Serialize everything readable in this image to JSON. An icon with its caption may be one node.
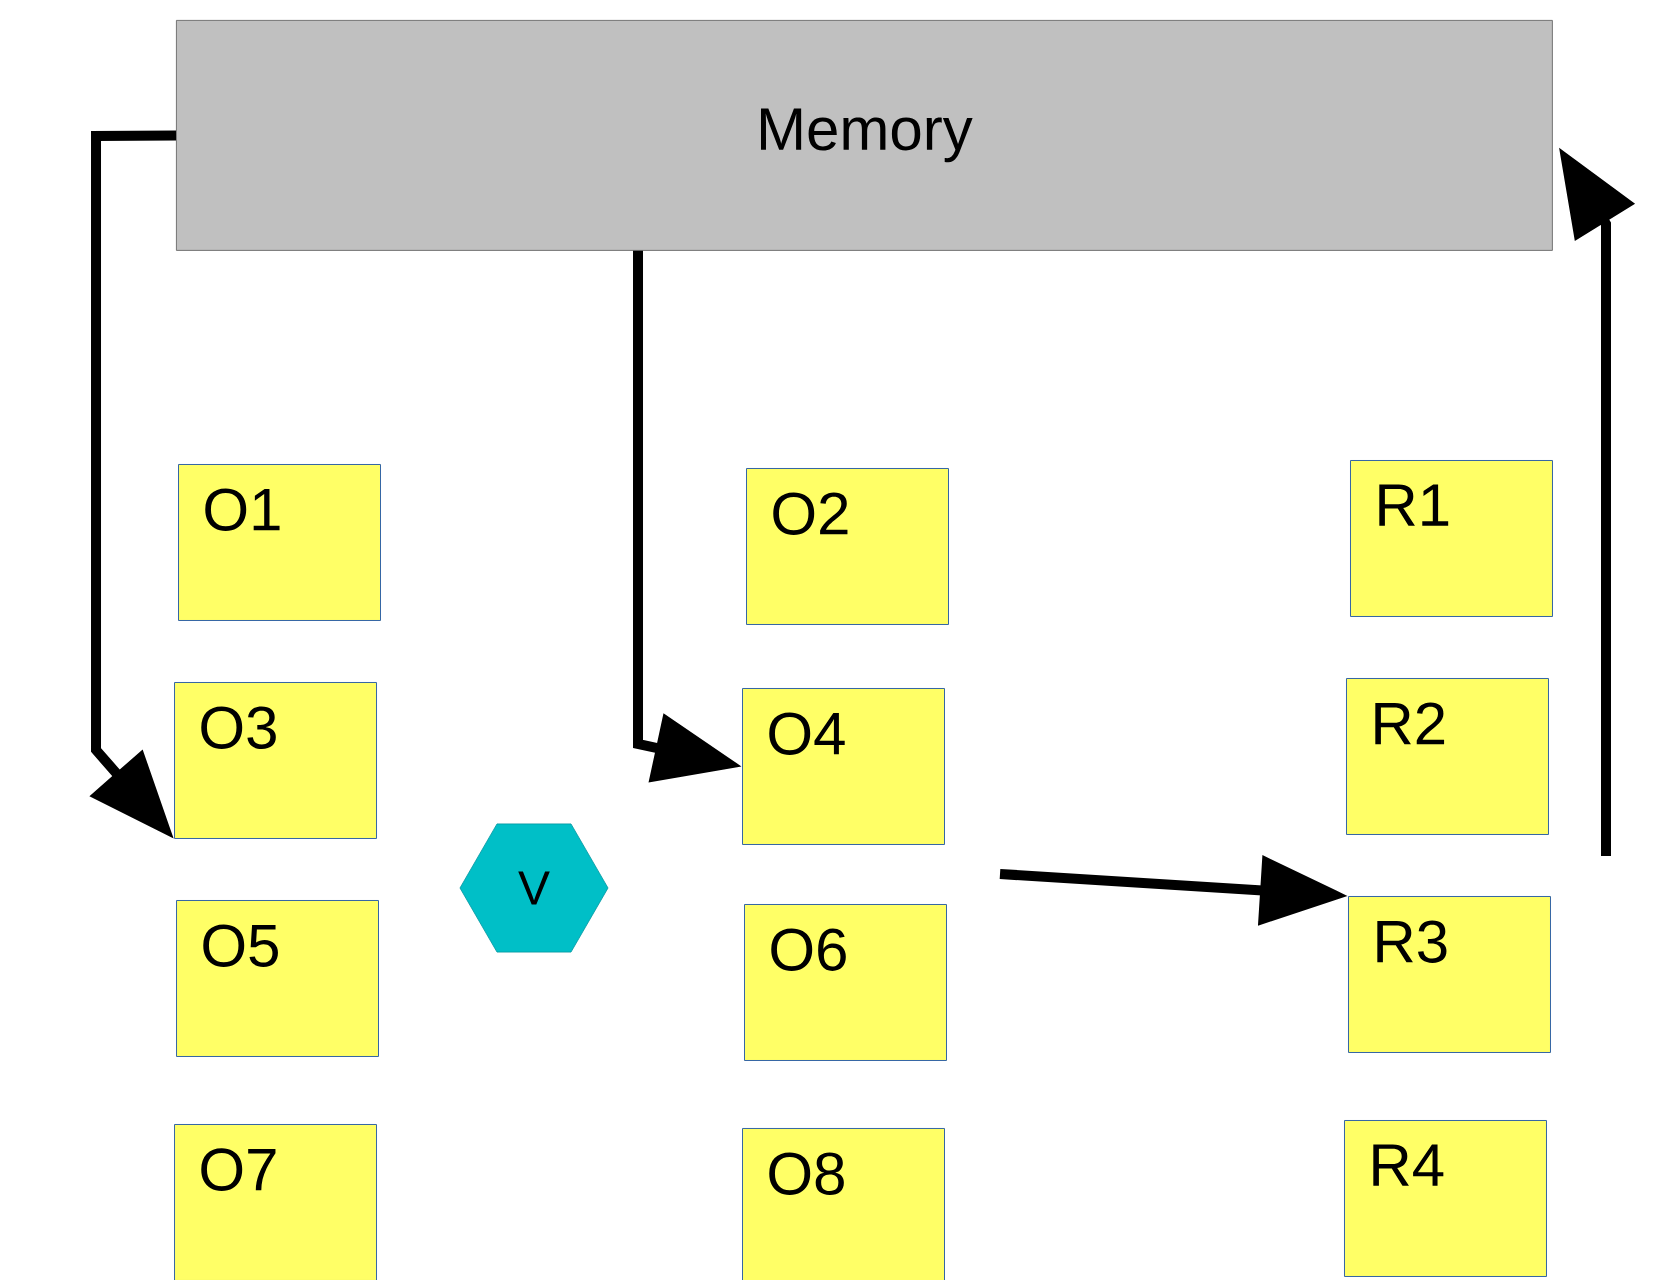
{
  "diagram": {
    "nodes": [
      {
        "text": [
          "Memory"
        ]
      },
      {
        "text": [
          "O1"
        ]
      },
      {
        "text": [
          "O2"
        ]
      },
      {
        "text": [
          "R1"
        ]
      },
      {
        "text": [
          "O3"
        ]
      },
      {
        "text": [
          "O4"
        ]
      },
      {
        "text": [
          "R2"
        ]
      },
      {
        "text": [
          "V"
        ]
      },
      {
        "text": [
          "O5"
        ]
      },
      {
        "text": [
          "O6"
        ]
      },
      {
        "text": [
          "R3"
        ]
      },
      {
        "text": [
          "O7"
        ]
      },
      {
        "text": [
          "O8"
        ]
      },
      {
        "text": [
          "R4"
        ]
      }
    ],
    "edges": [
      {
        "from": 0,
        "to": 4,
        "arrow": "to"
      },
      {
        "from": 0,
        "to": 5,
        "arrow": "to"
      },
      {
        "from": null,
        "to": 10,
        "arrow": "to"
      },
      {
        "from": null,
        "to": 0,
        "arrow": "to"
      }
    ]
  }
}
